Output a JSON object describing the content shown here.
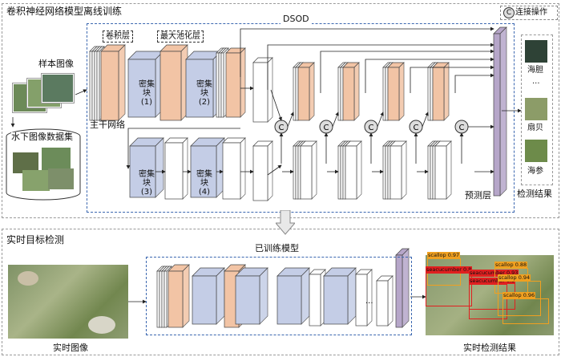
{
  "offline_title": "卷积神经网络模型离线训练",
  "legend_concat": "连接操作",
  "concat_symbol": "C",
  "dsod_label": "DSOD",
  "conv_layer_label": "卷积层",
  "maxpool_label": "最大池化层",
  "sample_images_label": "样本图像",
  "dataset_label": "水下图像数据集",
  "backbone_label": "主干网络",
  "dense_blocks": [
    "密集块(1)",
    "密集块(2)",
    "密集块(3)",
    "密集块(4)"
  ],
  "prediction_layer_label": "预测层",
  "detection_results_label": "检测结果",
  "classes": [
    "海胆",
    "扇贝",
    "海参"
  ],
  "ellipsis": "...",
  "realtime_title": "实时目标检测",
  "trained_model_label": "已训练模型",
  "realtime_image_label": "实时图像",
  "realtime_results_label": "实时检测结果",
  "detections": [
    {
      "label": "scallop 0.97",
      "color": "#f0a020"
    },
    {
      "label": "seacucumber 0.8",
      "color": "#e02020"
    },
    {
      "label": "seacucumber 0.93",
      "color": "#e02020"
    },
    {
      "label": "scallop 0.88",
      "color": "#f0a020"
    },
    {
      "label": "seacucumber 0.9",
      "color": "#e02020"
    },
    {
      "label": "scallop 0.94",
      "color": "#f0a020"
    },
    {
      "label": "scallop 0.96",
      "color": "#f0a020"
    }
  ],
  "colors": {
    "conv": "#ffffff",
    "pool": "#f2c4a5",
    "dense": "#c4cde6",
    "pred": "#b6a6c9",
    "arrow": "#3a62aa",
    "link": "#222222"
  }
}
